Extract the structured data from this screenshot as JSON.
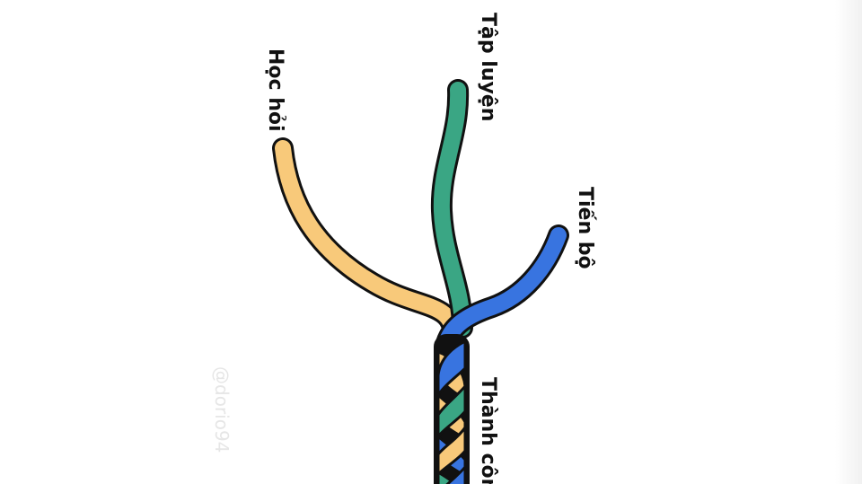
{
  "labels": {
    "hoc_hoi": "Học hỏi",
    "tap_luyen": "Tập luyện",
    "tien_bo": "Tiến bộ",
    "thanh_cong": "Thành công"
  },
  "watermark": "@dorio94",
  "colors": {
    "hoc_hoi": "#f8c97a",
    "tap_luyen": "#3aa684",
    "tien_bo": "#3874e0",
    "outline": "#111111",
    "background": "#ffffff"
  }
}
